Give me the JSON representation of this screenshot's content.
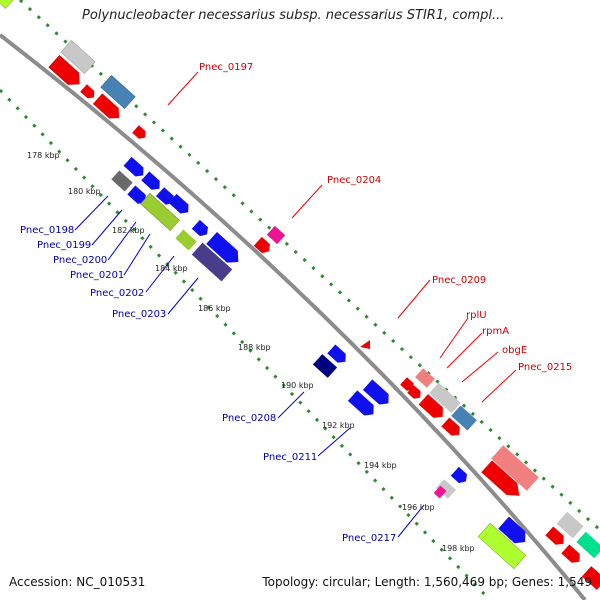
{
  "title": "Polynucleobacter necessarius subsp. necessarius STIR1, compl...",
  "accession": "Accession: NC_010531",
  "topology": "Topology: circular; Length: 1,560,469 bp; Genes: 1,549",
  "colors": {
    "backbone": "#8c8c8c",
    "ruler_dots": "#2e8b2e",
    "red_label": "#cc0000",
    "blue_label": "#0000aa"
  },
  "ruler_ticks": [
    "178 kbp",
    "180 kbp",
    "182 kbp",
    "184 kbp",
    "186 kbp",
    "188 kbp",
    "190 kbp",
    "192 kbp",
    "194 kbp",
    "196 kbp",
    "198 kbp"
  ],
  "gene_labels": {
    "red": [
      "Pnec_0197",
      "Pnec_0204",
      "Pnec_0209",
      "rplU",
      "rpmA",
      "obgE",
      "Pnec_0215"
    ],
    "blue": [
      "Pnec_0198",
      "Pnec_0199",
      "Pnec_0200",
      "Pnec_0201",
      "Pnec_0202",
      "Pnec_0203",
      "Pnec_0208",
      "Pnec_0211",
      "Pnec_0217"
    ]
  }
}
